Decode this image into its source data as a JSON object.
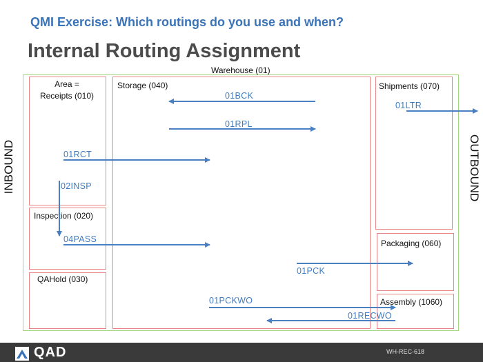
{
  "header": {
    "subtitle": "QMI Exercise: Which routings do you use and when?",
    "title": "Internal Routing Assignment"
  },
  "side_labels": {
    "left": "INBOUND",
    "right": "OUTBOUND"
  },
  "warehouse": {
    "label": "Warehouse (01)"
  },
  "areas": {
    "receipts": "Area =\nReceipts (010)",
    "inspection": "Inspection (020)",
    "qa_hold": "QAHold (030)",
    "storage": "Storage (040)",
    "shipments": "Shipments (070)",
    "packaging": "Packaging (060)",
    "assembly": "Assembly (1060)"
  },
  "routings": {
    "bck": "01BCK",
    "rpl": "01RPL",
    "ltr": "01LTR",
    "rct": "01RCT",
    "insp": "02INSP",
    "pass": "04PASS",
    "pck": "01PCK",
    "pckwo": "01PCKWO",
    "recwo": "01RECWO"
  },
  "colors": {
    "arrow": "#4a7fc1",
    "area_border": "#e88484",
    "warehouse_border": "#a4d57f",
    "heading": "#3a73b8"
  },
  "footer": {
    "brand": "QAD",
    "code": "WH-REC-618",
    "logo_icon": "qad-logo-icon"
  }
}
